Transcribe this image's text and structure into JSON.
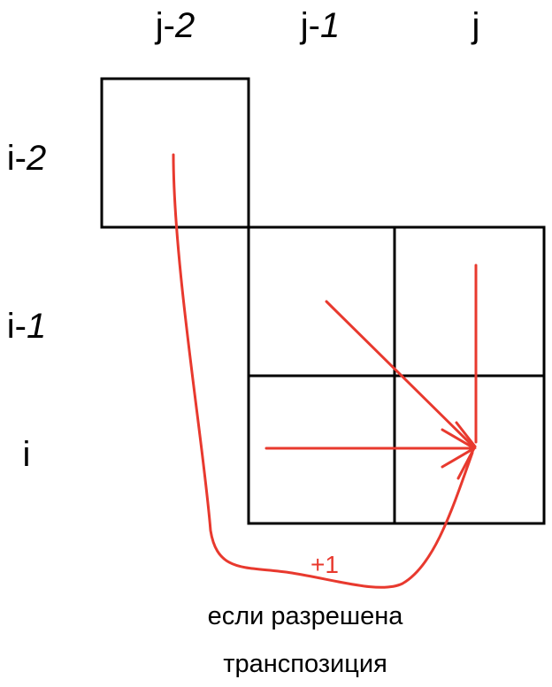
{
  "columns": [
    {
      "base": "j-",
      "idx": "2"
    },
    {
      "base": "j-",
      "idx": "1"
    },
    {
      "base": "j",
      "idx": ""
    }
  ],
  "rows": [
    {
      "base": "i-",
      "idx": "2"
    },
    {
      "base": "i-",
      "idx": "1"
    },
    {
      "base": "i",
      "idx": ""
    }
  ],
  "transposition_cost": "+1",
  "caption_line1": "если разрешена",
  "caption_line2": "транспозиция",
  "colors": {
    "grid": "#000000",
    "arrow": "#e8392e"
  }
}
